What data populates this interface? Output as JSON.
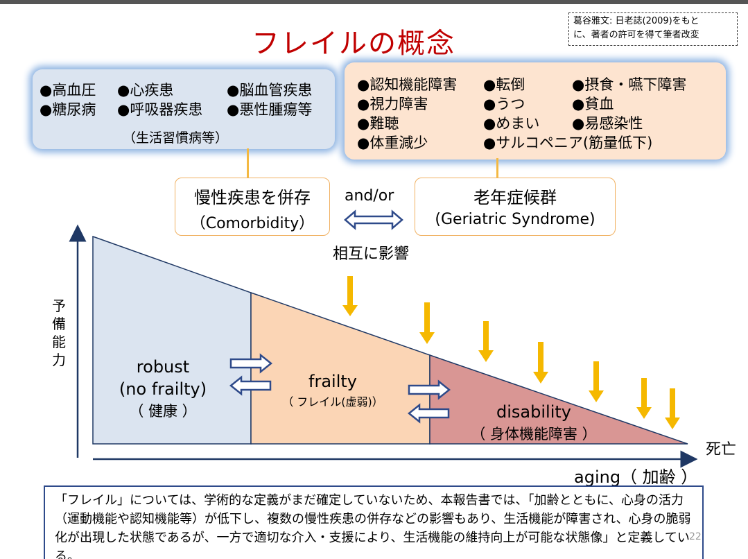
{
  "title": "フレイルの概念",
  "credit": {
    "line1": "葛谷雅文: 日老誌(2009)をもと",
    "line2": "に、著者の許可を得て筆者改変"
  },
  "lifestyle_box": {
    "items": [
      "●高血圧",
      "●心疾患",
      "●脳血管疾患",
      "●糖尿病",
      "●呼吸器疾患",
      "●悪性腫瘍等"
    ],
    "note": "（生活習慣病等）"
  },
  "geriatric_box": {
    "items": [
      "●認知機能障害",
      "●転倒",
      "●摂食・嚥下障害",
      "●視力障害",
      "●うつ",
      "●貧血",
      "●難聴",
      "●めまい",
      "●易感染性",
      "●体重減少",
      "●サルコペニア(筋量低下)"
    ]
  },
  "comorbidity": {
    "title": "慢性疾患を併存",
    "subtitle": "（Comorbidity）"
  },
  "and_or": "and/or",
  "geriatric_syndrome": {
    "title": "老年症候群",
    "subtitle": "(Geriatric Syndrome)"
  },
  "mutual_influence": "相互に影響",
  "y_axis_label": "予備能力",
  "zones": {
    "robust": {
      "line1": "robust",
      "line2": "(no frailty)",
      "line3": "（ 健康 ）"
    },
    "frailty": {
      "line1": "frailty",
      "line2": "（ フレイル(虚弱)）"
    },
    "disability": {
      "line1": "disability",
      "line2": "（ 身体機能障害 ）"
    }
  },
  "death": "死亡",
  "x_axis_label": "aging（ 加齢 ）",
  "definition": "「フレイル」については、学術的な定義がまだ確定していないため、本報告書では、「加齢とともに、心身の活力（運動機能や認知機能等）が低下し、複数の慢性疾患の併存などの影響もあり、生活機能が障害され、心身の脆弱化が出現した状態であるが、一方で適切な介入・支援により、生活機能の維持向上が可能な状態像」と定義している。",
  "page_number": "22",
  "colors": {
    "title": "#c00000",
    "robust": "#dbe4f0",
    "frailty": "#fbd5b5",
    "disability": "#d99694",
    "arrow": "#f5b800",
    "box_glow": "#8db3e2"
  }
}
